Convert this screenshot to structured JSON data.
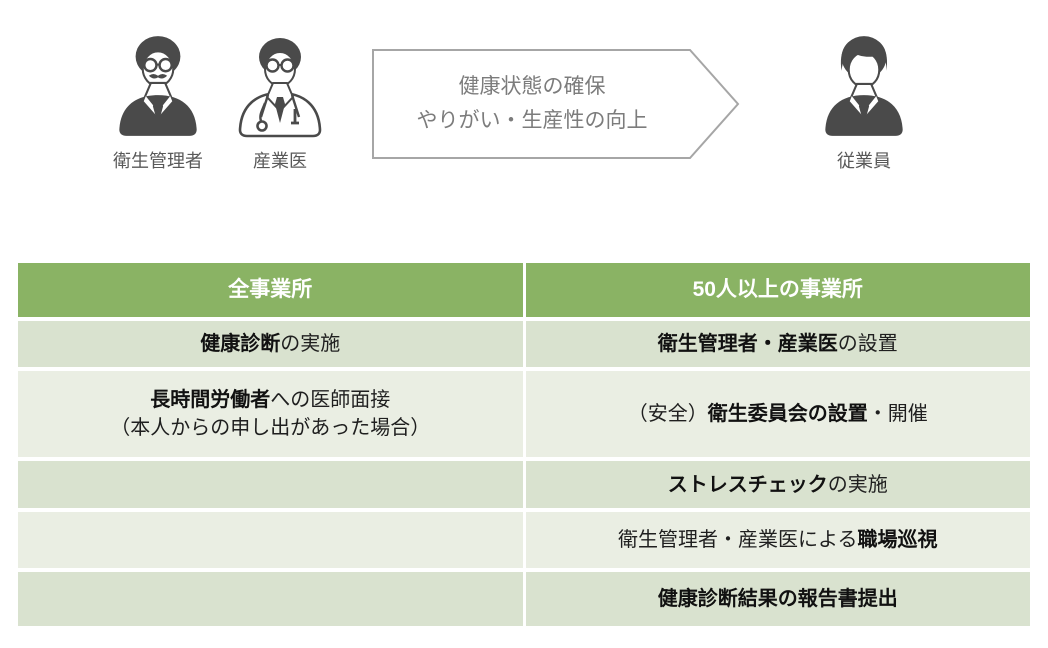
{
  "hero": {
    "people": [
      {
        "id": "hygiene-manager",
        "label": "衛生管理者"
      },
      {
        "id": "occupational-physician",
        "label": "産業医"
      },
      {
        "id": "employee",
        "label": "従業員"
      }
    ],
    "banner": {
      "line1": "健康状態の確保",
      "line2": "やりがい・生産性の向上"
    }
  },
  "table": {
    "headers": [
      {
        "label": "全事業所"
      },
      {
        "label": "50人以上の事業所"
      }
    ],
    "rows": [
      {
        "left": [
          {
            "t": "健康診断",
            "b": true
          },
          {
            "t": "の実施"
          }
        ],
        "right": [
          {
            "t": "衛生管理者・産業医",
            "b": true
          },
          {
            "t": "の設置"
          }
        ]
      },
      {
        "left": [
          {
            "t": "長時間労働者",
            "b": true
          },
          {
            "t": "への医師面接"
          },
          {
            "br": true
          },
          {
            "t": "（本人からの申し出があった場合）"
          }
        ],
        "right": [
          {
            "t": "（安全）"
          },
          {
            "t": "衛生委員会の設置",
            "b": true
          },
          {
            "t": "・開催"
          }
        ]
      },
      {
        "left": [],
        "right": [
          {
            "t": "ストレスチェック",
            "b": true
          },
          {
            "t": "の実施"
          }
        ]
      },
      {
        "left": [],
        "right": [
          {
            "t": "衛生管理者・産業医による"
          },
          {
            "t": "職場巡視",
            "b": true
          }
        ]
      },
      {
        "left": [],
        "right": [
          {
            "t": "健康診断結果の報告書提出",
            "b": true
          }
        ]
      }
    ]
  },
  "colors": {
    "header_bg": "#8ab364",
    "row_dark": "#d9e2cf",
    "row_light": "#eaeee3",
    "icon_gray": "#4a4a4a",
    "banner_border": "#a6a6a6",
    "banner_text": "#7c7c7c"
  }
}
